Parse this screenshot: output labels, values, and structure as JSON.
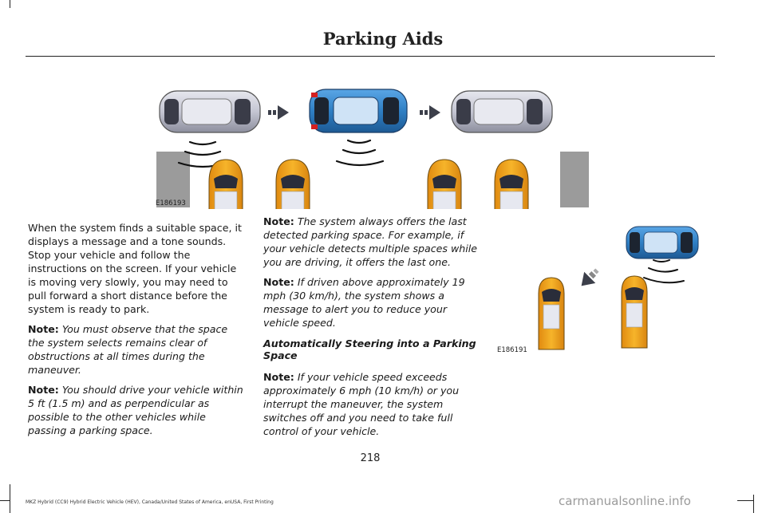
{
  "header": {
    "title": "Parking Aids"
  },
  "figures": {
    "top": {
      "code": "E186193"
    },
    "right": {
      "code": "E186191"
    }
  },
  "col1": {
    "p1": "When the system finds a suitable space, it displays a message and a tone sounds. Stop your vehicle and follow the instructions on the screen. If your vehicle is moving very slowly, you may need to pull forward a short distance before the system is ready to park.",
    "note1_label": "Note:",
    "note1_text": "You must observe that the space the system selects remains clear of obstructions at all times during the maneuver.",
    "note2_label": "Note:",
    "note2_text": "You should drive your vehicle within 5 ft (1.5 m) and as perpendicular as possible to the other vehicles while passing a parking space."
  },
  "col2": {
    "note1_label": "Note:",
    "note1_text": "The system always offers the last detected parking space. For example, if your vehicle detects multiple spaces while you are driving, it offers the last one.",
    "note2_label": "Note:",
    "note2_text": "If driven above approximately 19 mph (30 km/h), the system shows a message to alert you to reduce your vehicle speed.",
    "heading": "Automatically Steering into a Parking Space",
    "note3_label": "Note:",
    "note3_text": "If your vehicle speed exceeds approximately 6 mph (10 km/h) or you interrupt the maneuver, the system switches off and you need to take full control of your vehicle."
  },
  "footer": {
    "page_number": "218",
    "text": "MKZ Hybrid (CC9) Hybrid Electric Vehicle (HEV), Canada/United States of America, enUSA, First Printing",
    "watermark": "carmanualsonline.info"
  },
  "colors": {
    "blue_car": "#2f7fc4",
    "silver_car": "#c8c9d4",
    "yellow_car": "#f2a81c",
    "gray_block": "#9b9b9b"
  }
}
